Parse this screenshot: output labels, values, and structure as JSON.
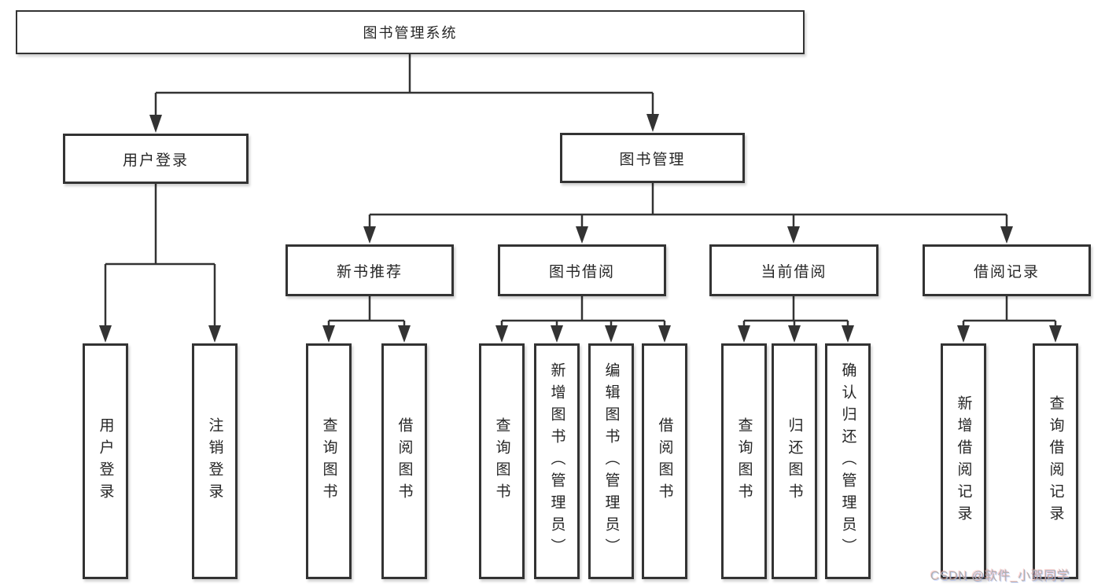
{
  "tree": {
    "label": "图书管理系统",
    "children": [
      {
        "label": "用户登录",
        "children": [
          {
            "label": "用户登录"
          },
          {
            "label": "注销登录"
          }
        ]
      },
      {
        "label": "图书管理",
        "children": [
          {
            "label": "新书推荐",
            "children": [
              {
                "label": "查询图书"
              },
              {
                "label": "借阅图书"
              }
            ]
          },
          {
            "label": "图书借阅",
            "children": [
              {
                "label": "查询图书"
              },
              {
                "label": "新增图书（管理员）"
              },
              {
                "label": "编辑图书（管理员）"
              },
              {
                "label": "借阅图书"
              }
            ]
          },
          {
            "label": "当前借阅",
            "children": [
              {
                "label": "查询图书"
              },
              {
                "label": "归还图书"
              },
              {
                "label": "确认归还（管理员）"
              }
            ]
          },
          {
            "label": "借阅记录",
            "children": [
              {
                "label": "新增借阅记录"
              },
              {
                "label": "查询借阅记录"
              }
            ]
          }
        ]
      }
    ]
  },
  "watermark": {
    "text": "CSDN @软件_小贺同学"
  },
  "colors": {
    "line": "#333333",
    "text": "#262626",
    "watermark": "#b0b0b0",
    "background": "#ffffff"
  }
}
